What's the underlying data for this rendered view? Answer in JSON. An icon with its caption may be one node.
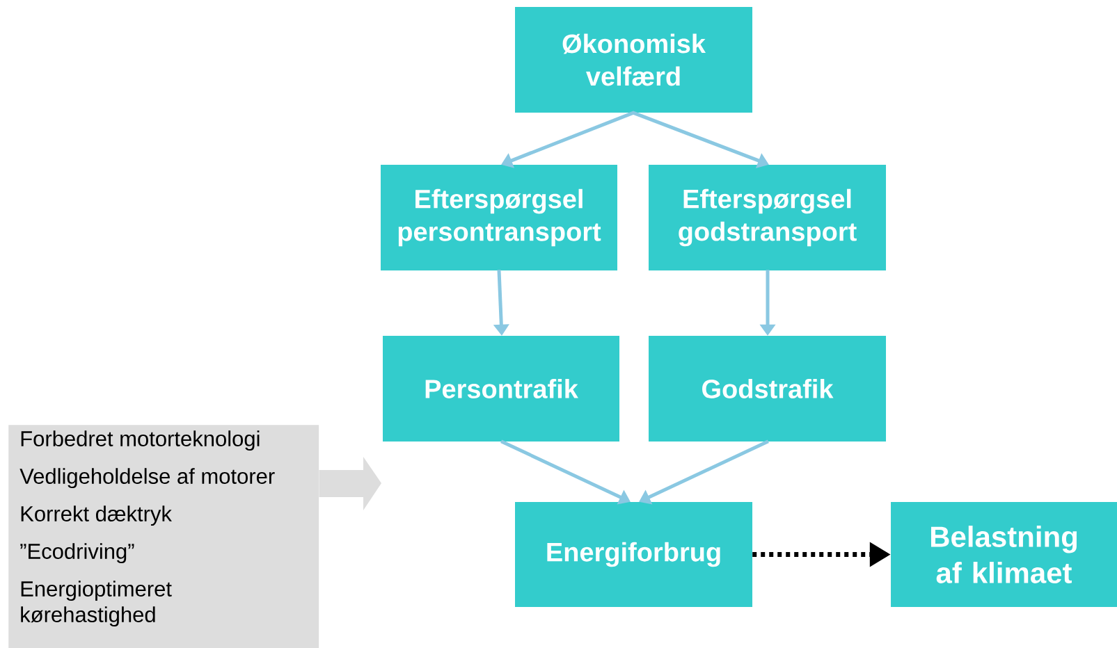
{
  "diagram": {
    "nodes": [
      {
        "text": [
          "Økonomisk velfærd"
        ]
      },
      {
        "text": [
          "Efterspørgsel persontransport"
        ]
      },
      {
        "text": [
          "Efterspørgsel godstransport"
        ]
      },
      {
        "text": [
          "Persontrafik"
        ]
      },
      {
        "text": [
          "Godstrafik"
        ]
      },
      {
        "text": [
          "Energiforbrug"
        ]
      },
      {
        "text": [
          "Belastning af klimaet"
        ]
      },
      {
        "text": [
          "Forbedret motorteknologi",
          "Vedligeholdelse af motorer",
          "Korrekt dæktryk",
          "”Ecodriving”",
          "Energioptimeret kørehastighed"
        ]
      }
    ],
    "edges": [
      {
        "from": 0,
        "to": 1,
        "arrow": "to"
      },
      {
        "from": 0,
        "to": 2,
        "arrow": "to"
      },
      {
        "from": 1,
        "to": 3,
        "arrow": "to"
      },
      {
        "from": 2,
        "to": 4,
        "arrow": "to"
      },
      {
        "from": 3,
        "to": 5,
        "arrow": "to"
      },
      {
        "from": 4,
        "to": 5,
        "arrow": "to"
      },
      {
        "from": 5,
        "to": 6,
        "arrow": "to",
        "style": "dashed",
        "color": "#000000"
      },
      {
        "from": 7,
        "to": null,
        "arrow": "to",
        "style": "thick",
        "color": "#dddddd"
      }
    ]
  }
}
